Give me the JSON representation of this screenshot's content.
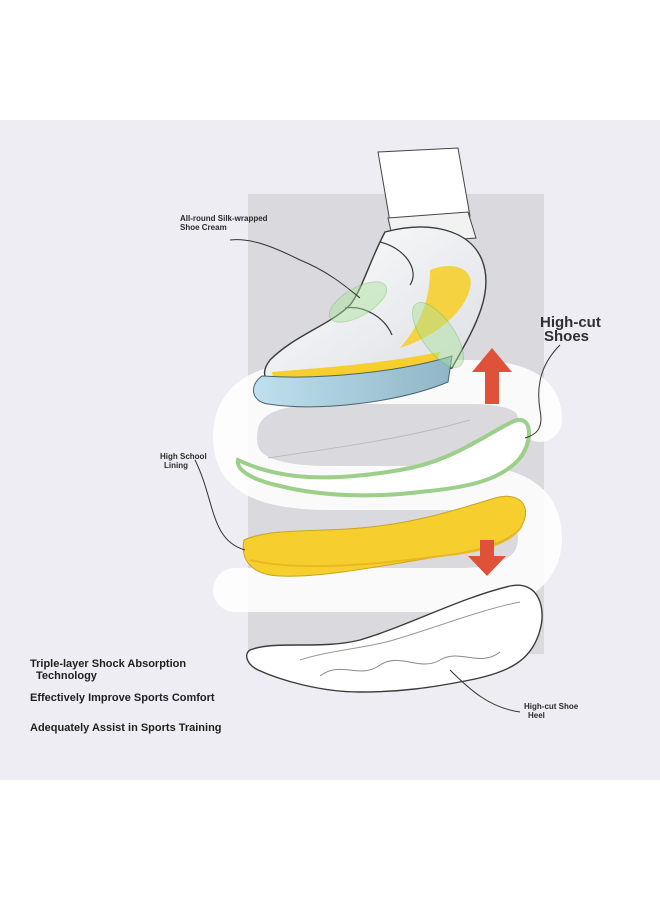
{
  "labels": {
    "upper_line1": "All-round Silk-wrapped",
    "upper_line2": "Shoe Cream",
    "lining_line1": "High School",
    "lining_line2": "Lining",
    "highcut_line1": "High-cut",
    "highcut_line2": "Shoes",
    "heel_line1": "High-cut Shoe",
    "heel_line2": "Heel"
  },
  "features": {
    "title_line1": "Triple-layer Shock Absorption",
    "title_line2": "Technology",
    "item1": "Effectively Improve Sports Comfort",
    "item2": "Adequately Assist in Sports Training"
  },
  "colors": {
    "panel_bg": "#eeedf3",
    "accent_yellow": "#f6cf2e",
    "accent_green": "#a9e39a",
    "arrow_red": "#e0513a",
    "sky_blue": "#a9d3e8"
  },
  "icons": [
    "arrow-up-icon",
    "arrow-down-icon"
  ]
}
